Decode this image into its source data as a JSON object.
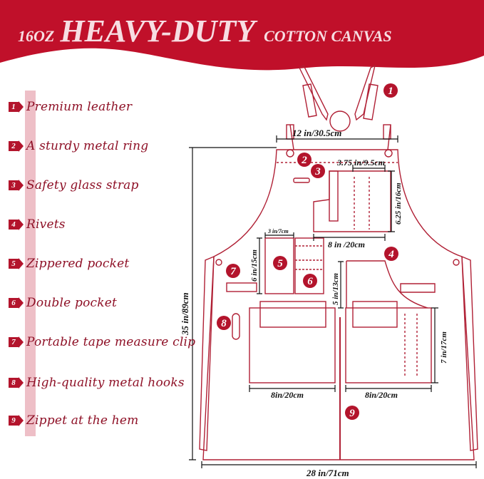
{
  "header": {
    "prefix": "16OZ",
    "headline": "HEAVY-DUTY",
    "suffix": "COTTON CANVAS",
    "background_color": "#c0102a",
    "text_color": "#f7dde2"
  },
  "features": [
    {
      "number": "1",
      "label": "Premium leather"
    },
    {
      "number": "2",
      "label": "A sturdy metal ring"
    },
    {
      "number": "3",
      "label": "Safety glass strap"
    },
    {
      "number": "4",
      "label": "Rivets"
    },
    {
      "number": "5",
      "label": "Zippered pocket"
    },
    {
      "number": "6",
      "label": "Double pocket"
    },
    {
      "number": "7",
      "label": "Portable tape measure clip"
    },
    {
      "number": "8",
      "label": "High-quality metal hooks"
    },
    {
      "number": "9",
      "label": "Zippet at the hem"
    }
  ],
  "dimensions": {
    "bib_width": "12 in/30.5cm",
    "total_length": "35 in/89cm",
    "total_width": "28 in/71cm",
    "chest_pocket_width": "3.75 in/9.5cm",
    "chest_pocket_height": "6.25 in/16cm",
    "chest_panel_width": "8 in /20cm",
    "small_pocket_width": "3 in/7cm",
    "small_pocket_height": "6 in/15cm",
    "rivet_pocket_height": "5 in/13cm",
    "left_pocket_width": "8in/20cm",
    "right_pocket_width": "8in/20cm",
    "side_pocket_height": "7 in/17cm"
  },
  "colors": {
    "accent": "#b3142c",
    "outline": "#b02035",
    "marker_pink": "#e8aab4"
  }
}
